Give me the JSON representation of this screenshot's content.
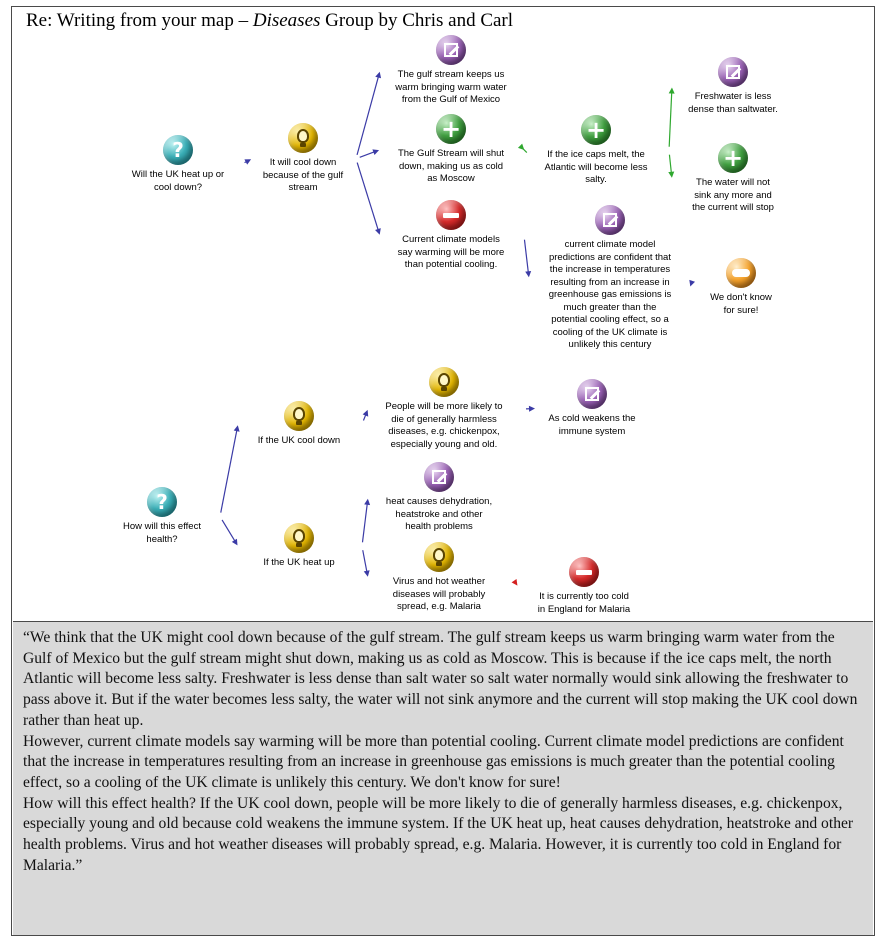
{
  "header": {
    "prefix": "Re: Writing from your map – ",
    "group": "Diseases",
    "suffix": " Group by Chris and Carl"
  },
  "nodes": {
    "uk_heat": {
      "icon": "question-icon",
      "label": "Will the UK heat up or\ncool down?"
    },
    "cool_gulf": {
      "icon": "lightbulb-icon",
      "label": "It will cool down\nbecause of the gulf\nstream"
    },
    "gulf_warm": {
      "icon": "note-icon",
      "label": "The gulf stream keeps us\nwarm bringing warm water\nfrom the Gulf of Mexico"
    },
    "gulf_shut": {
      "icon": "plus-icon",
      "label": "The Gulf Stream will shut\ndown,  making us as cold\nas Moscow"
    },
    "climate_models": {
      "icon": "minus-icon",
      "label": "Current climate models\nsay warming will be more\nthan potential cooling."
    },
    "ice_caps": {
      "icon": "plus-icon",
      "label": "If the ice caps melt, the\nAtlantic will become less\nsalty."
    },
    "freshwater": {
      "icon": "note-icon",
      "label": "Freshwater is less\ndense than saltwater."
    },
    "not_sink": {
      "icon": "plus-icon",
      "label": "The water will not\nsink any more and\nthe current will stop"
    },
    "predictions": {
      "icon": "note-icon",
      "label": "current climate model\npredictions are confident that\nthe increase in temperatures\nresulting from an increase in\ngreenhouse gas emissions is\nmuch greater than the\npotential cooling effect, so a\ncooling of the UK climate is\nunlikely this century"
    },
    "dont_know": {
      "icon": "handshake-icon",
      "label": "We don't know\nfor sure!"
    },
    "health": {
      "icon": "question-icon",
      "label": "How will this effect\nhealth?"
    },
    "uk_cool": {
      "icon": "lightbulb-icon",
      "label": "If the UK cool down"
    },
    "uk_heatup": {
      "icon": "lightbulb-icon",
      "label": "If the UK heat up"
    },
    "harmless": {
      "icon": "lightbulb-icon",
      "label": "People will be more likely to\ndie of generally harmless\ndiseases, e.g. chickenpox,\nespecially young and old."
    },
    "immune": {
      "icon": "note-icon",
      "label": "As cold weakens the\nimmune system"
    },
    "dehydration": {
      "icon": "note-icon",
      "label": "heat causes dehydration,\nheatstroke and other\nhealth problems"
    },
    "virus": {
      "icon": "lightbulb-icon",
      "label": "Virus and hot weather\ndiseases will probably\nspread, e.g. Malaria"
    },
    "too_cold": {
      "icon": "minus-icon",
      "label": "It is currently too cold\nin England for Malaria"
    }
  },
  "edges": [
    {
      "from": "uk_heat",
      "to": "cool_gulf",
      "color": "#3b3ba6"
    },
    {
      "from": "cool_gulf",
      "to": "gulf_warm",
      "color": "#3b3ba6"
    },
    {
      "from": "cool_gulf",
      "to": "gulf_shut",
      "color": "#3b3ba6"
    },
    {
      "from": "cool_gulf",
      "to": "climate_models",
      "color": "#3b3ba6"
    },
    {
      "from": "gulf_shut",
      "to": "ice_caps",
      "color": "#2fa82f"
    },
    {
      "from": "ice_caps",
      "to": "freshwater",
      "color": "#2fa82f"
    },
    {
      "from": "ice_caps",
      "to": "not_sink",
      "color": "#2fa82f"
    },
    {
      "from": "climate_models",
      "to": "predictions",
      "color": "#3b3ba6"
    },
    {
      "from": "predictions",
      "to": "dont_know",
      "color": "#3b3ba6"
    },
    {
      "from": "health",
      "to": "uk_cool",
      "color": "#3b3ba6"
    },
    {
      "from": "health",
      "to": "uk_heatup",
      "color": "#3b3ba6"
    },
    {
      "from": "uk_cool",
      "to": "harmless",
      "color": "#3b3ba6"
    },
    {
      "from": "harmless",
      "to": "immune",
      "color": "#3b3ba6"
    },
    {
      "from": "uk_heatup",
      "to": "dehydration",
      "color": "#3b3ba6"
    },
    {
      "from": "uk_heatup",
      "to": "virus",
      "color": "#3b3ba6"
    },
    {
      "from": "virus",
      "to": "too_cold",
      "color": "#d42020"
    }
  ],
  "essay": {
    "paragraphs": [
      "“We think that the UK might cool down because of the gulf stream. The gulf stream keeps us warm bringing warm water from the Gulf of Mexico but the gulf stream might shut down, making us as cold as Moscow. This is because if the ice caps melt, the north Atlantic will become less salty. Freshwater is less dense than salt water so salt water normally would sink allowing the freshwater to pass above it. But if the water becomes less salty, the water will not sink anymore and the current will stop making the UK cool down rather than heat up.",
      "However, current climate models say warming will be more than potential cooling. Current climate model predictions are confident that the increase in temperatures resulting from an increase in greenhouse gas emissions is much greater than the potential cooling effect, so a cooling of the UK climate is unlikely this century. We don't know for sure!",
      "How will this effect health? If the UK cool down, people will be more likely to die of generally harmless diseases, e.g. chickenpox, especially young and old because cold weakens the immune system. If the UK heat up, heat causes dehydration, heatstroke and other health problems. Virus and hot weather diseases will probably spread, e.g. Malaria. However, it is currently too cold in England for Malaria.”"
    ]
  }
}
